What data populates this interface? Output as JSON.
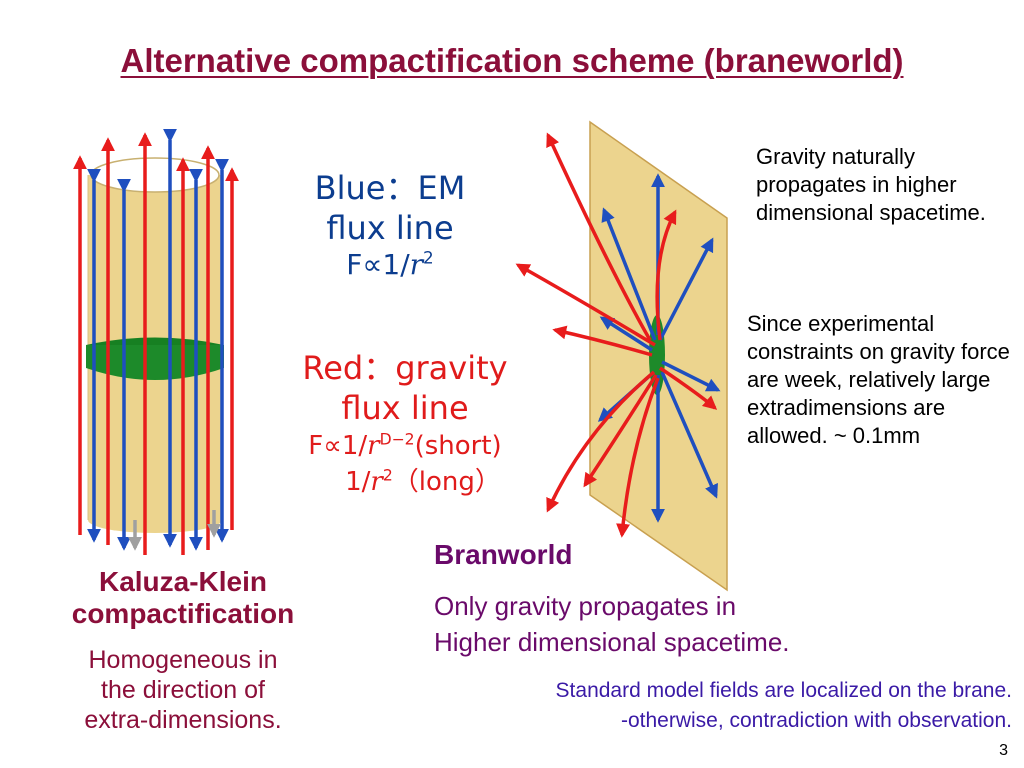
{
  "slide": {
    "title": "Alternative compactification scheme (braneworld)",
    "page_number": "3"
  },
  "labels": {
    "blue_line1": "Blue：EM",
    "blue_line2": "flux line",
    "blue_formula_prefix": "F∝1/",
    "blue_formula_var": "r",
    "blue_formula_exp": "2",
    "red_line1": "Red：gravity",
    "red_line2": "flux line",
    "red_formula_prefix": "F∝1/",
    "red_formula_var": "r",
    "red_formula_exp": "D−2",
    "red_formula_note": "(short)",
    "red_formula2_prefix": "1/",
    "red_formula2_var": "r",
    "red_formula2_exp": "2",
    "red_formula2_note": "（long）"
  },
  "notes": {
    "gravity": "Gravity naturally propagates in higher dimensional spacetime.",
    "constraints": "Since experimental constraints on gravity force are week, relatively large extradimensions are allowed.  ~ 0.1mm"
  },
  "kaluza_klein": {
    "title_line1": "Kaluza-Klein",
    "title_line2": "compactification",
    "desc_line1": "Homogeneous in",
    "desc_line2": "the direction of",
    "desc_line3": "extra-dimensions."
  },
  "braneworld": {
    "title": "Branworld",
    "desc_line1": "Only gravity propagates in",
    "desc_line2": "Higher dimensional spacetime.",
    "sm_line1": "Standard model fields are localized on the brane.",
    "sm_line2": "-otherwise, contradiction with observation."
  },
  "colors": {
    "title": "#8b0f3a",
    "em_blue": "#1f4fbf",
    "gravity_red": "#e81c1c",
    "brane_fill": "#ecd48e",
    "green_band": "#1d8a2a"
  }
}
